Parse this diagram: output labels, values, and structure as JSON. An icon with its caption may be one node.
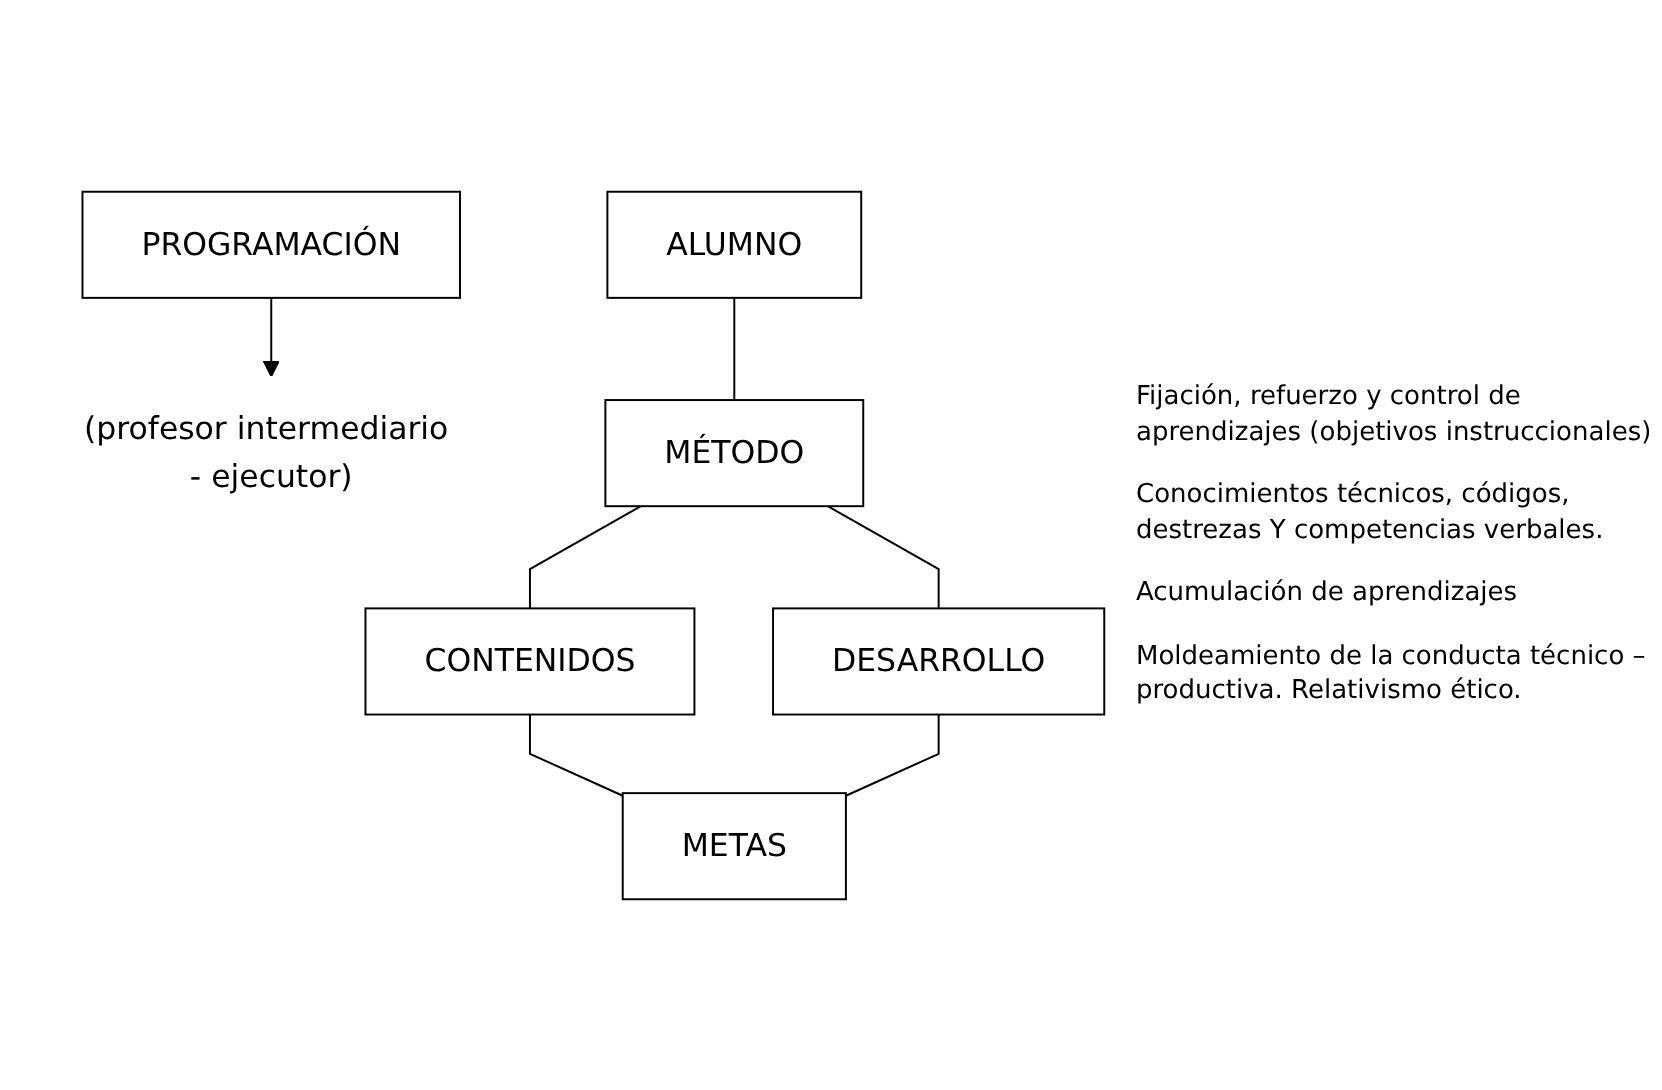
{
  "diagram": {
    "nodes": [
      {
        "text": [
          "PROGRAMACIÓN"
        ]
      },
      {
        "text": [
          "(profesor intermediario - ejecutor)"
        ]
      },
      {
        "text": [
          "ALUMNO"
        ]
      },
      {
        "text": [
          "MÉTODO"
        ]
      },
      {
        "text": [
          "CONTENIDOS"
        ]
      },
      {
        "text": [
          "DESARROLLO"
        ]
      },
      {
        "text": [
          "METAS"
        ]
      }
    ],
    "edges": [
      {
        "from": 0,
        "to": 1,
        "arrow": "to"
      },
      {
        "from": 2,
        "to": 3,
        "arrow": "none"
      },
      {
        "from": 3,
        "to": 4,
        "arrow": "none"
      },
      {
        "from": 3,
        "to": 5,
        "arrow": "none"
      },
      {
        "from": 4,
        "to": 6,
        "arrow": "none"
      },
      {
        "from": 5,
        "to": 6,
        "arrow": "none"
      }
    ],
    "labels": [
      "Fijación, refuerzo y control de aprendizajes (objetivos instruccionales)",
      "Conocimientos técnicos, códigos, destrezas Y competencias verbales.",
      "Acumulación de aprendizajes",
      "Moldeamiento de la conducta técnico – productiva. Relativismo ético."
    ]
  }
}
